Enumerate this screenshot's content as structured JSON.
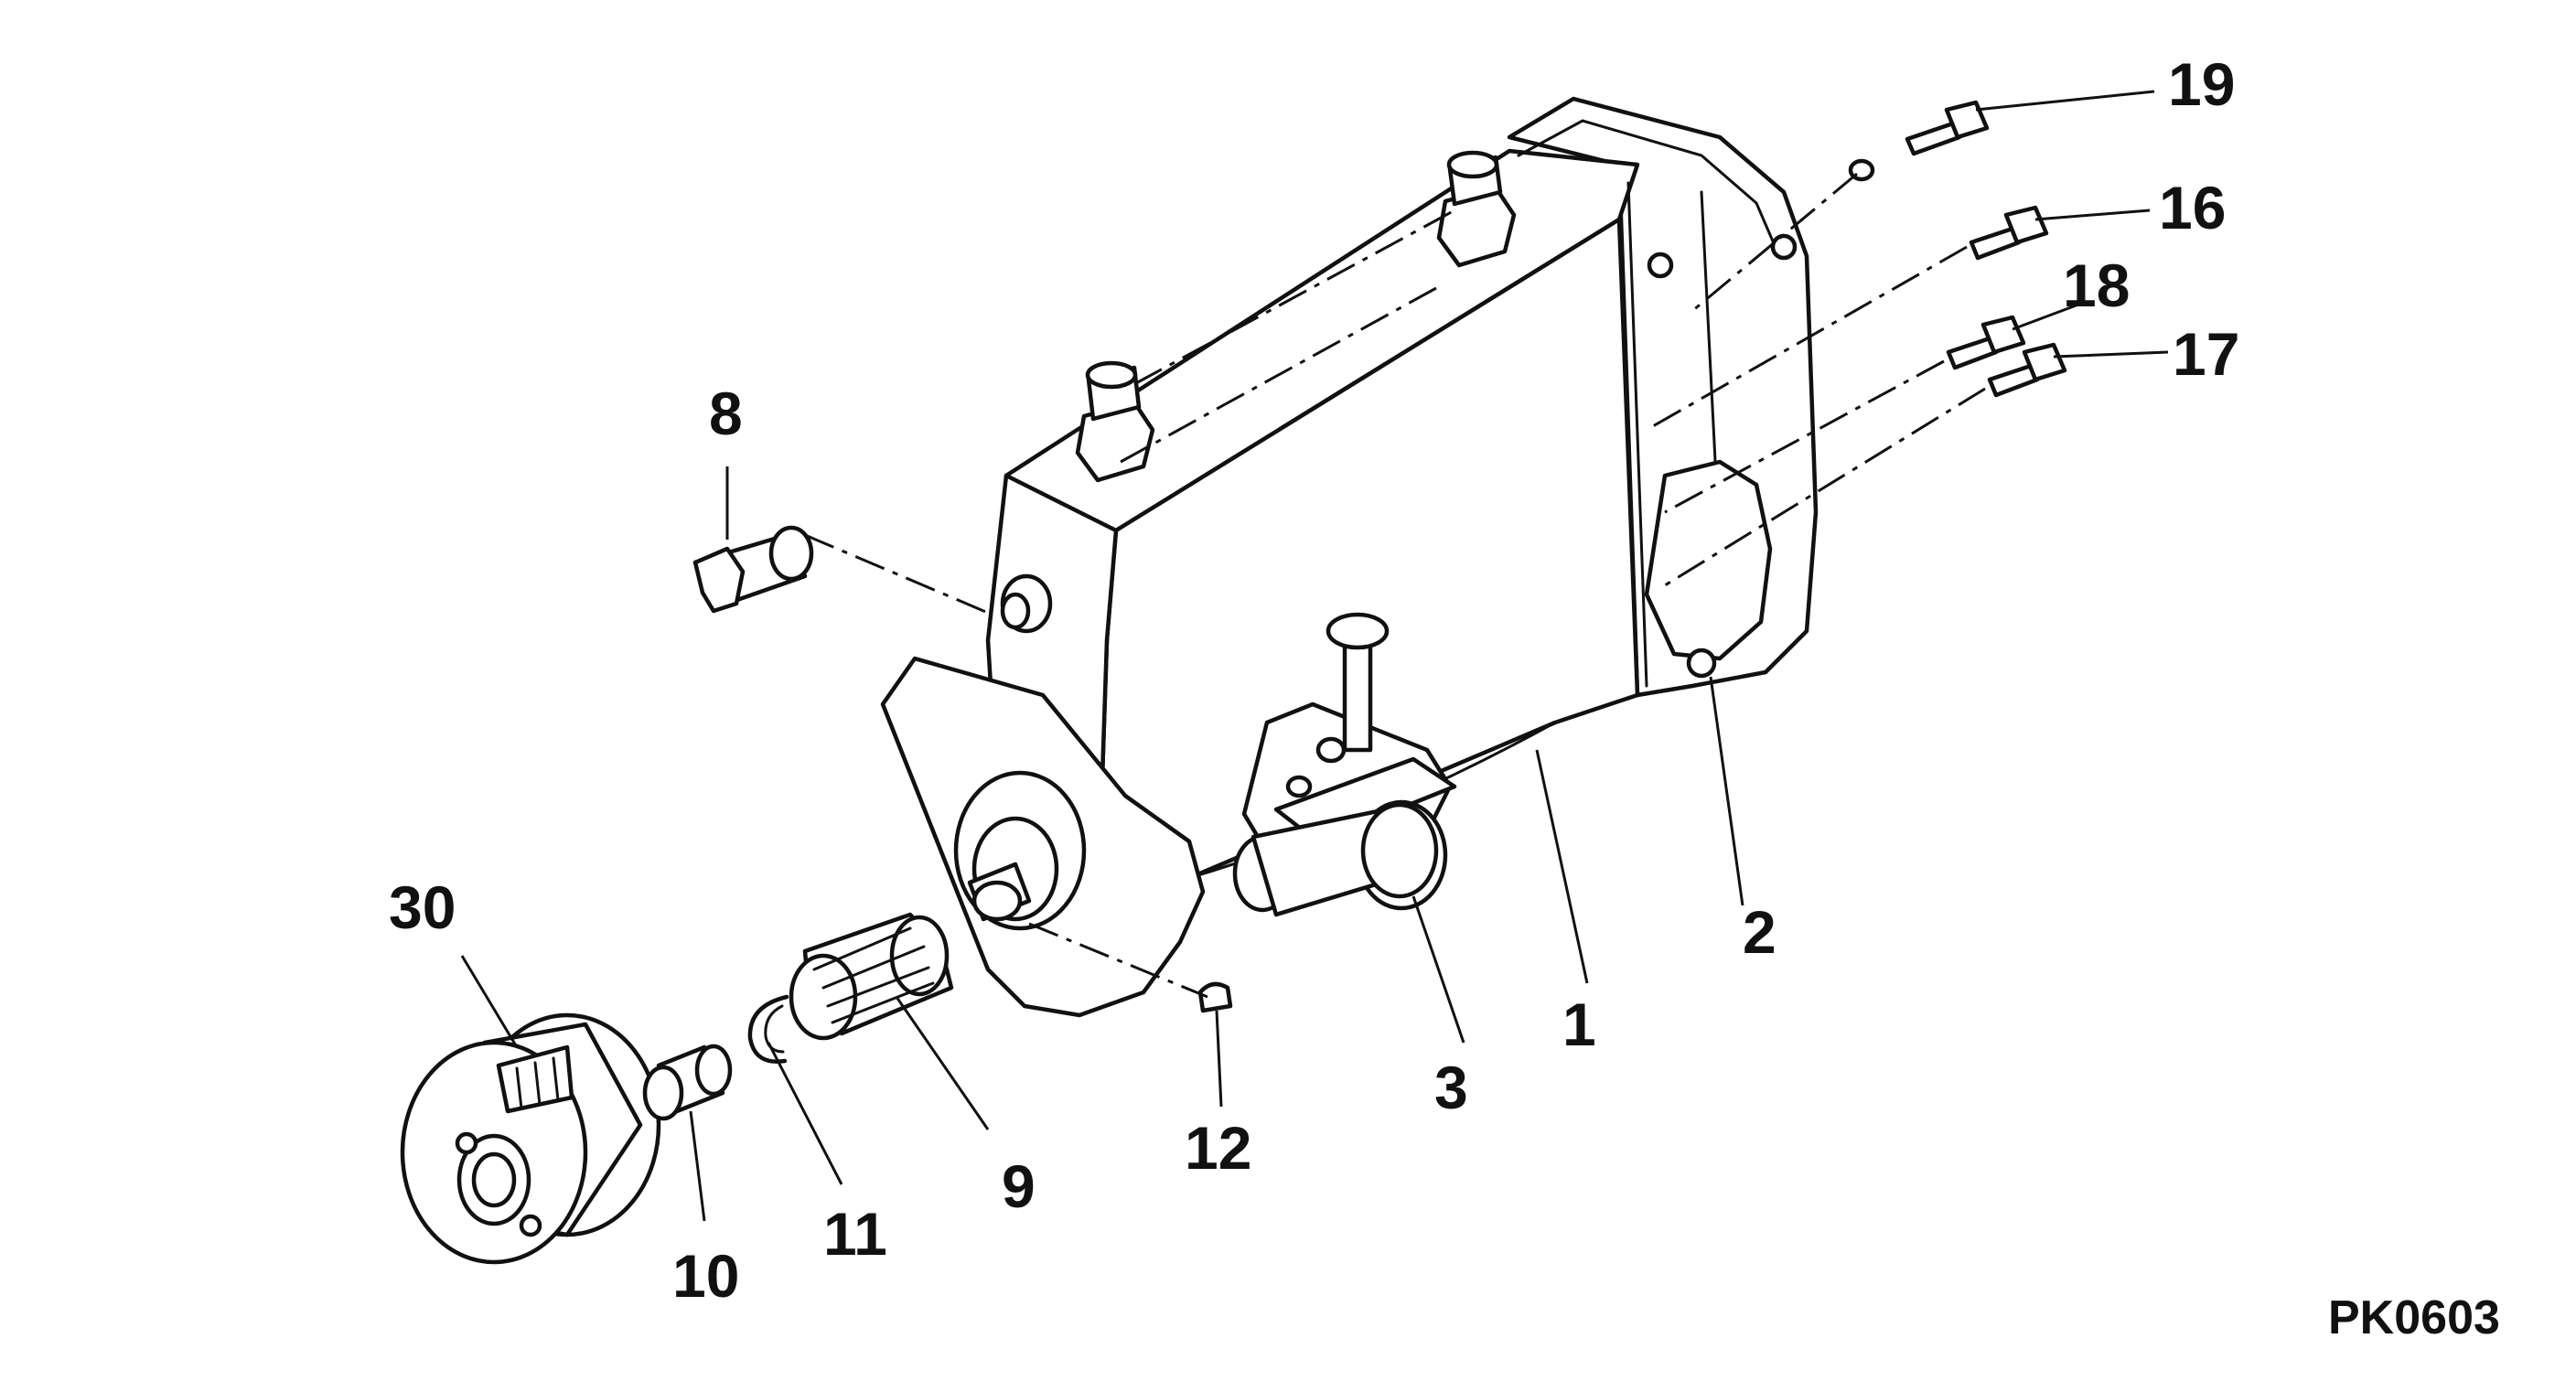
{
  "diagram": {
    "figure_code": "PK0603",
    "callouts": {
      "c1": "1",
      "c2": "2",
      "c3": "3",
      "c8": "8",
      "c9": "9",
      "c10": "10",
      "c11": "11",
      "c12": "12",
      "c16": "16",
      "c17": "17",
      "c18": "18",
      "c19": "19",
      "c30": "30"
    }
  }
}
